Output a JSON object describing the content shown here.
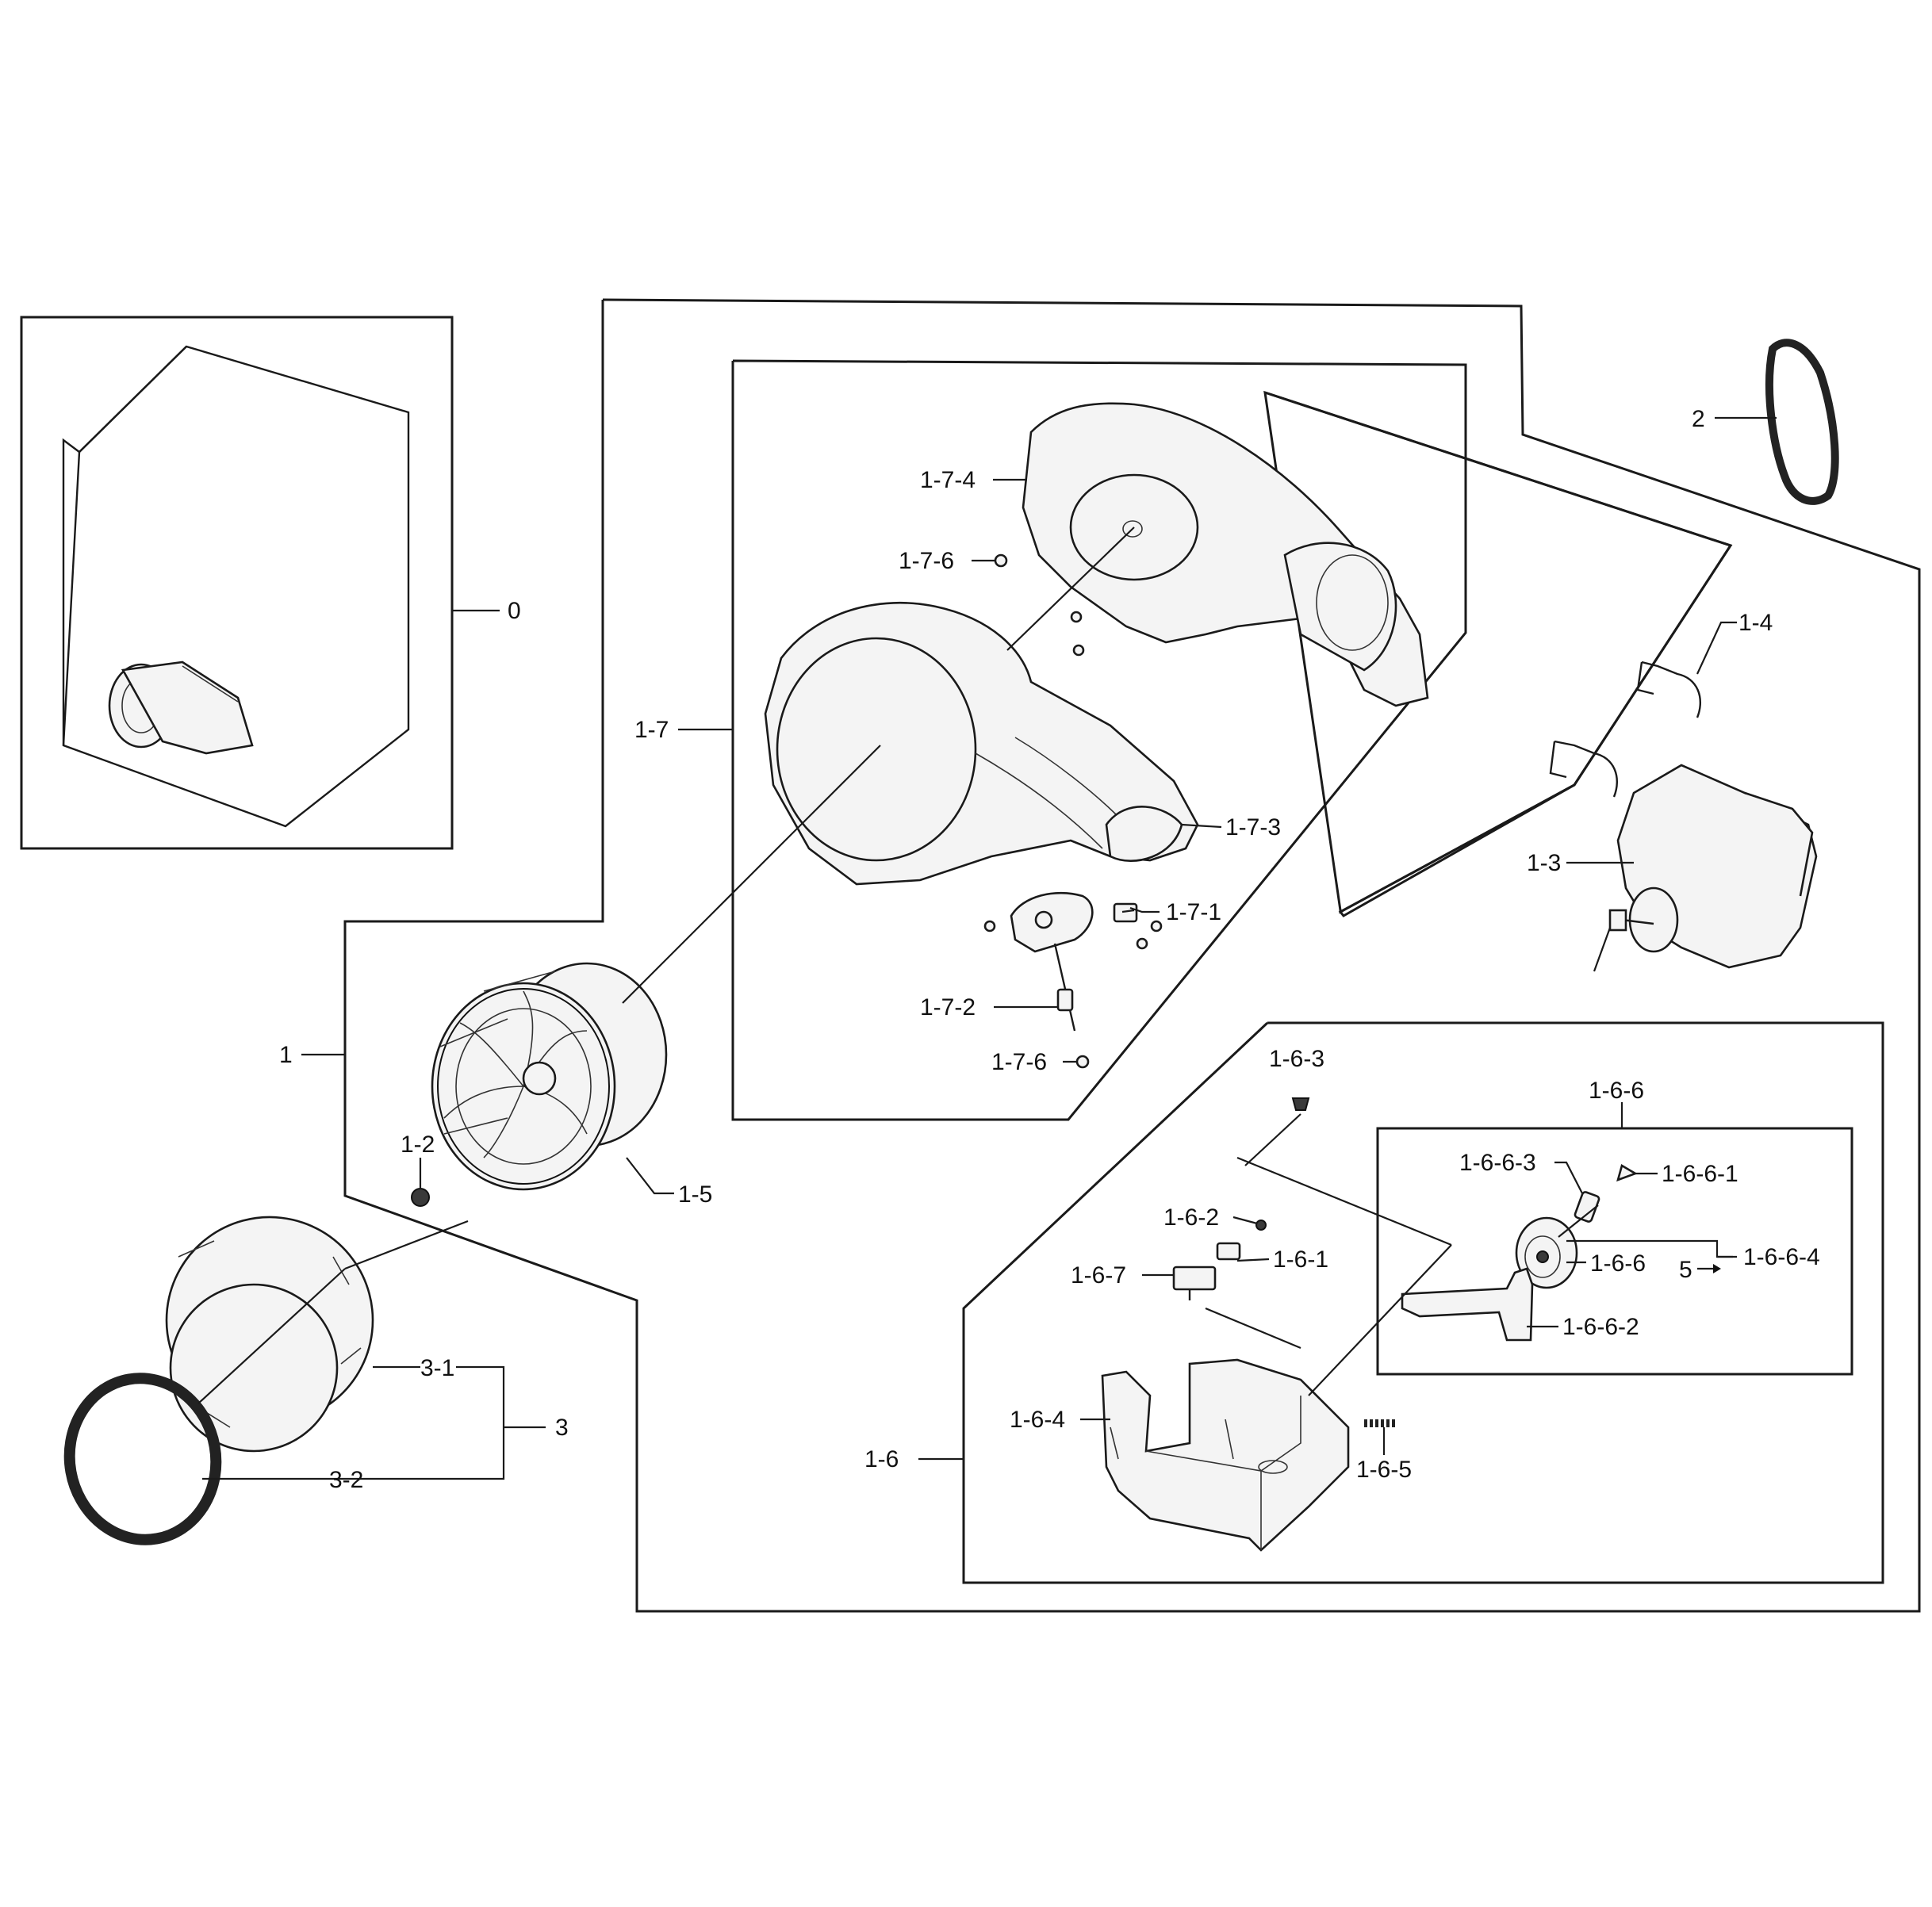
{
  "labels": {
    "l0": "0",
    "l1": "1",
    "l1_2": "1-2",
    "l1_3": "1-3",
    "l1_4": "1-4",
    "l1_5": "1-5",
    "l1_6": "1-6",
    "l1_6_1": "1-6-1",
    "l1_6_2": "1-6-2",
    "l1_6_3": "1-6-3",
    "l1_6_4": "1-6-4",
    "l1_6_5": "1-6-5",
    "l1_6_6_box": "1-6-6",
    "l1_6_6": "1-6-6",
    "l1_6_6_1": "1-6-6-1",
    "l1_6_6_2": "1-6-6-2",
    "l1_6_6_3": "1-6-6-3",
    "l1_6_6_4": "1-6-6-4",
    "l1_6_7": "1-6-7",
    "l1_7": "1-7",
    "l1_7_1": "1-7-1",
    "l1_7_2": "1-7-2",
    "l1_7_3": "1-7-3",
    "l1_7_4": "1-7-4",
    "l1_7_6_top": "1-7-6",
    "l1_7_6_bottom": "1-7-6",
    "l2": "2",
    "l3": "3",
    "l3_1": "3-1",
    "l3_2": "3-2",
    "l5": "5"
  }
}
